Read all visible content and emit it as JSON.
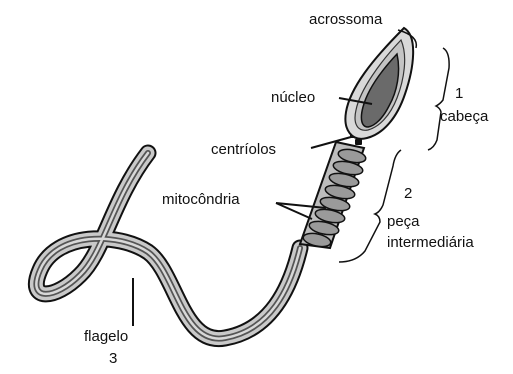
{
  "labels": {
    "acrosome": "acrossoma",
    "nucleus": "núcleo",
    "centrioles": "centríolos",
    "mitochondria": "mitocôndria",
    "flagellum": "flagelo",
    "flagellum_number": "3"
  },
  "regions": {
    "head": {
      "number": "1",
      "name": "cabeça"
    },
    "midpiece": {
      "number": "2",
      "name_line1": "peça",
      "name_line2": "intermediária"
    }
  }
}
